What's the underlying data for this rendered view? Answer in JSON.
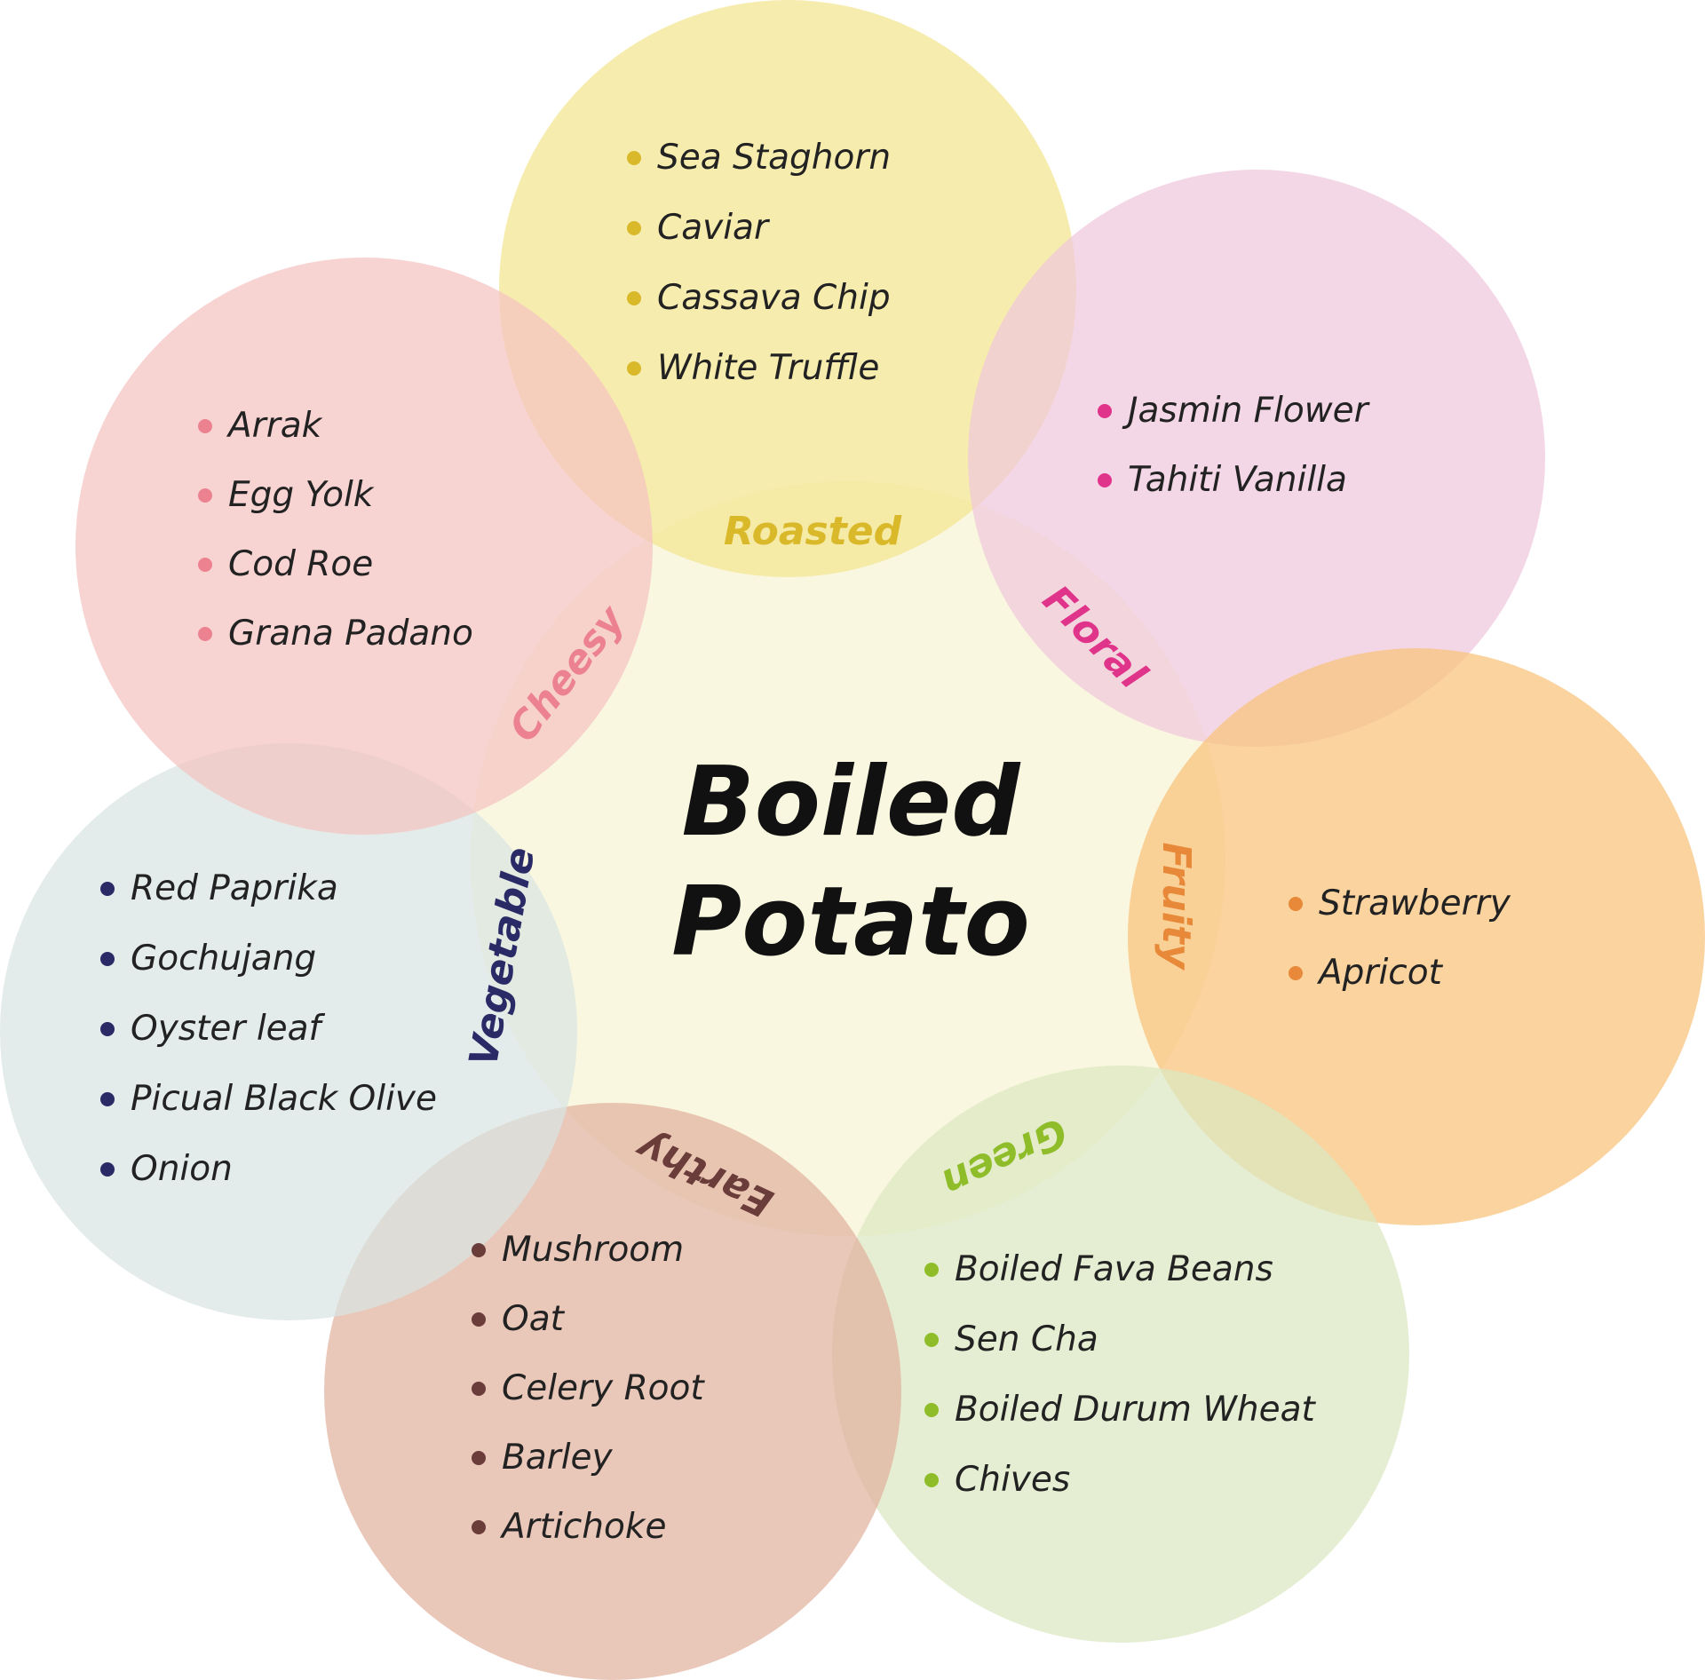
{
  "center": {
    "line1": "Boiled",
    "line2": "Potato",
    "color": "#faf7e0"
  },
  "categories": [
    {
      "key": "roasted",
      "label": "Roasted",
      "color": "#f3e48f",
      "accent": "#d9b92a",
      "items": [
        "Sea Staghorn",
        "Caviar",
        "Cassava Chip",
        "White Truffle"
      ]
    },
    {
      "key": "floral",
      "label": "Floral",
      "color": "#f0c8dc",
      "accent": "#e0338a",
      "items": [
        "Jasmin Flower",
        "Tahiti Vanilla"
      ]
    },
    {
      "key": "fruity",
      "label": "Fruity",
      "color": "#f8c27a",
      "accent": "#e8893a",
      "items": [
        "Strawberry",
        "Apricot"
      ]
    },
    {
      "key": "green",
      "label": "Green",
      "color": "#dbe7c0",
      "accent": "#8fbd2a",
      "items": [
        "Boiled Fava Beans",
        "Sen Cha",
        "Boiled Durum Wheat",
        "Chives"
      ]
    },
    {
      "key": "earthy",
      "label": "Earthy",
      "color": "#e0b29e",
      "accent": "#6a3c3a",
      "items": [
        "Mushroom",
        "Oat",
        "Celery Root",
        "Barley",
        "Artichoke"
      ]
    },
    {
      "key": "vegetable",
      "label": "Vegetable",
      "color": "#d8e4e2",
      "accent": "#2a2a66",
      "items": [
        "Red Paprika",
        "Gochujang",
        "Oyster leaf",
        "Picual Black Olive",
        "Onion"
      ]
    },
    {
      "key": "cheesy",
      "label": "Cheesy",
      "color": "#f4c3c0",
      "accent": "#ec8290",
      "items": [
        "Arrak",
        "Egg Yolk",
        "Cod Roe",
        "Grana Padano"
      ]
    }
  ]
}
